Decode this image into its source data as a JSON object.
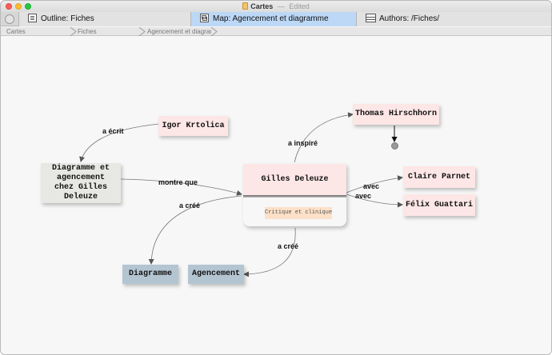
{
  "window": {
    "title": "Cartes",
    "status": "Edited",
    "title_separator": "—"
  },
  "tabs": [
    {
      "label": "Outline: Fiches",
      "icon": "outline-icon",
      "active": false
    },
    {
      "label": "Map: Agencement et diagramme",
      "icon": "map-icon",
      "active": true
    },
    {
      "label": "Authors: /Fiches/",
      "icon": "table-icon",
      "active": false
    }
  ],
  "breadcrumb": [
    "Cartes",
    "Fiches",
    "Agencement et diagram..."
  ],
  "map": {
    "notes": {
      "igor": "Igor Krtolica",
      "diagramme_agencement": "Diagramme et agencement chez Gilles Deleuze",
      "deleuze": "Gilles Deleuze",
      "deleuze_tag": "Critique et clinique",
      "thomas": "Thomas Hirschhorn",
      "claire": "Claire Parnet",
      "felix": "Félix Guattari",
      "diagramme": "Diagramme",
      "agencement": "Agencement"
    },
    "links": {
      "a_ecrit": "a écrit",
      "montre_que": "montre que",
      "a_inspire": "a inspiré",
      "avec_1": "avec",
      "avec_2": "avec",
      "a_cree_1": "a créé",
      "a_cree_2": "a créé"
    }
  },
  "colors": {
    "note_pink": "#fde6e6",
    "note_grey": "#e7e7e4",
    "note_slate": "#b4c5d2",
    "tag_peach": "#fde0c8",
    "active_tab": "#bcd8f6"
  }
}
